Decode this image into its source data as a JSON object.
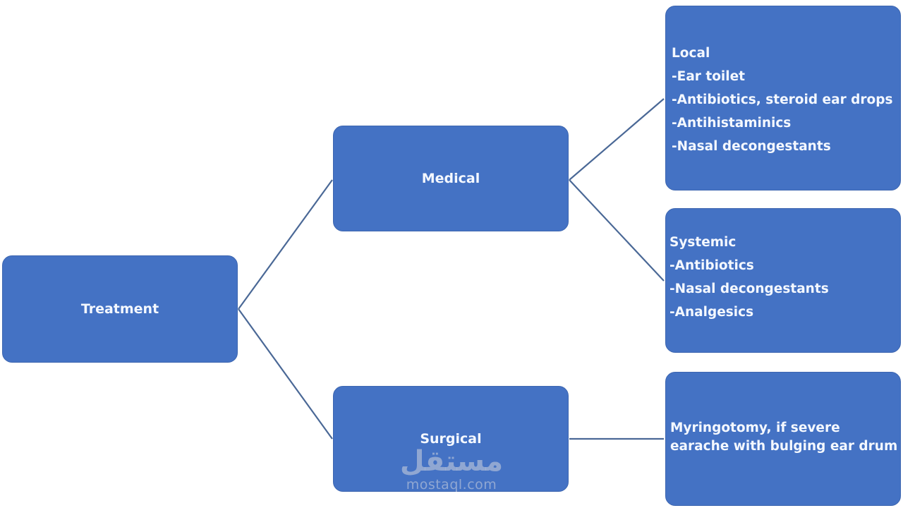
{
  "diagram": {
    "type": "tree",
    "colors": {
      "node_fill": "#4472c4",
      "node_text": "#f4f8ff",
      "connector": "#4a6896",
      "background": "#ffffff"
    },
    "root": {
      "id": "treatment",
      "label": "Treatment"
    },
    "branches": [
      {
        "id": "medical",
        "label": "Medical",
        "parent": "treatment"
      },
      {
        "id": "surgical",
        "label": "Surgical",
        "parent": "treatment"
      }
    ],
    "leaves": [
      {
        "id": "local",
        "parent": "medical",
        "title": "Local",
        "items": [
          "-Ear toilet",
          "-Antibiotics, steroid ear drops",
          "-Antihistaminics",
          "-Nasal decongestants"
        ]
      },
      {
        "id": "systemic",
        "parent": "medical",
        "title": "Systemic",
        "items": [
          "-Antibiotics",
          "-Nasal decongestants",
          "-Analgesics"
        ]
      },
      {
        "id": "myringotomy",
        "parent": "surgical",
        "lines": [
          "Myringotomy, if severe",
          "earache with bulging ear drum"
        ]
      }
    ],
    "edges": [
      [
        "treatment",
        "medical"
      ],
      [
        "treatment",
        "surgical"
      ],
      [
        "medical",
        "local"
      ],
      [
        "medical",
        "systemic"
      ],
      [
        "surgical",
        "myringotomy"
      ]
    ]
  },
  "watermark": {
    "arabic": "مستقل",
    "latin": "mostaql.com"
  }
}
